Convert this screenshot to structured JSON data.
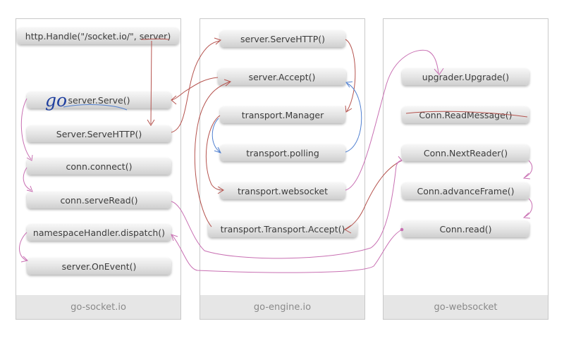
{
  "colors": {
    "pink": "#c86fb2",
    "red": "#b5534e",
    "blue": "#4f7fd0",
    "footer_bg": "#e6e6e6"
  },
  "columns": [
    {
      "id": "socketio",
      "label": "go-socket.io"
    },
    {
      "id": "engineio",
      "label": "go-engine.io"
    },
    {
      "id": "websocket",
      "label": "go-websocket"
    }
  ],
  "logo": {
    "text": "go"
  },
  "nodes": {
    "http_handle": "http.Handle(\"/socket.io/\", server)",
    "server_serve": "server.Serve()",
    "server_servehttp_sio": "Server.ServeHTTP()",
    "conn_connect": "conn.connect()",
    "conn_serveread": "conn.serveRead()",
    "ns_dispatch": "namespaceHandler.dispatch()",
    "server_onevent": "server.OnEvent()",
    "server_servehttp_eio": "server.ServeHTTP()",
    "server_accept": "server.Accept()",
    "transport_manager": "transport.Manager",
    "transport_polling": "transport.polling",
    "transport_websocket": "transport.websocket",
    "transport_accept": "transport.Transport.Accept()",
    "upgrader_upgrade": "upgrader.Upgrade()",
    "conn_readmessage": "Conn.ReadMessage()",
    "conn_nextreader": "Conn.NextReader()",
    "conn_advanceframe": "Conn.advanceFrame()",
    "conn_read": "Conn.read()"
  }
}
